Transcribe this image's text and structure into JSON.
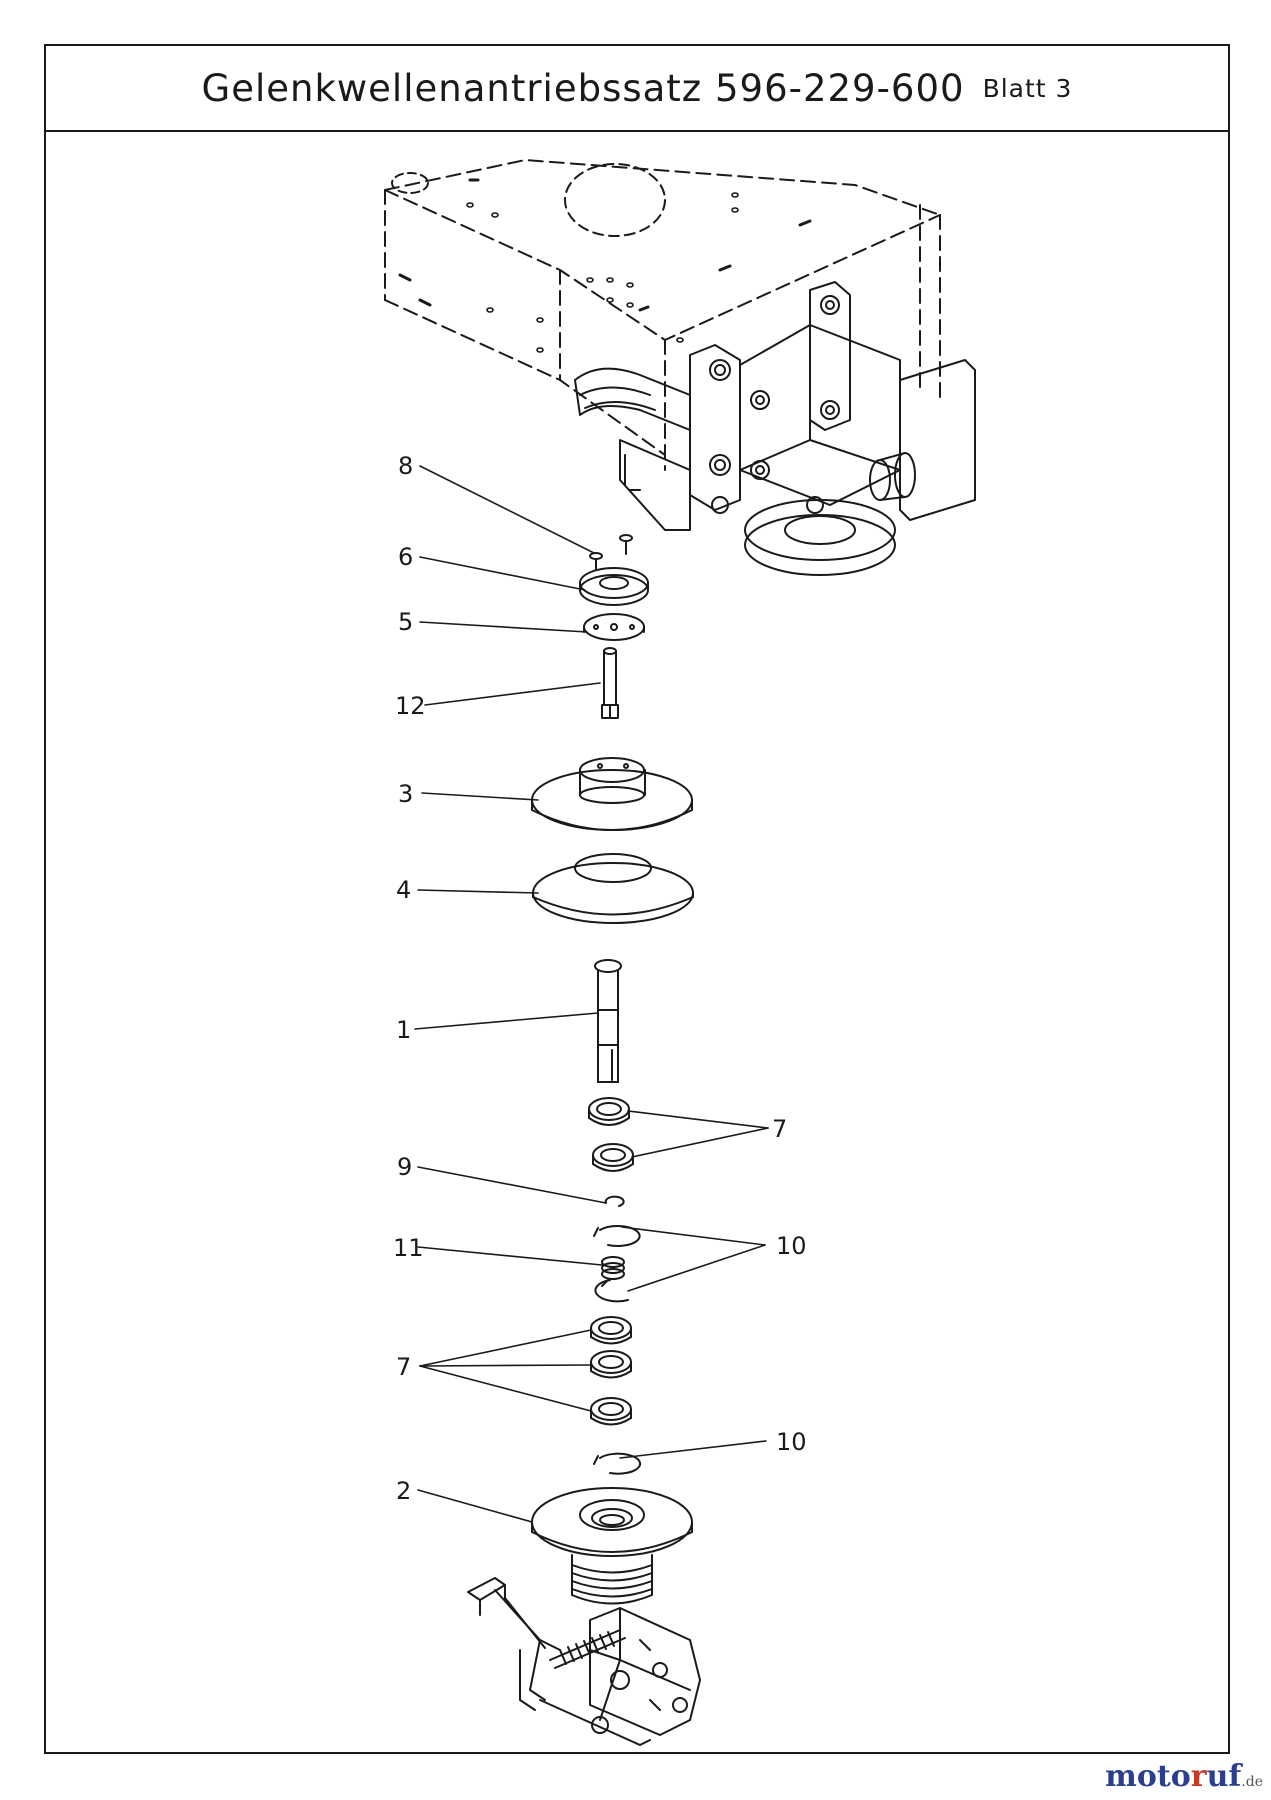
{
  "title": {
    "main": "Gelenkwellenantriebssatz 596-229-600",
    "sheet": "Blatt 3"
  },
  "callouts": [
    {
      "id": "c8",
      "number": "8"
    },
    {
      "id": "c6",
      "number": "6"
    },
    {
      "id": "c5",
      "number": "5"
    },
    {
      "id": "c12",
      "number": "12"
    },
    {
      "id": "c3",
      "number": "3"
    },
    {
      "id": "c4",
      "number": "4"
    },
    {
      "id": "c1",
      "number": "1"
    },
    {
      "id": "c7a",
      "number": "7"
    },
    {
      "id": "c9",
      "number": "9"
    },
    {
      "id": "c11",
      "number": "11"
    },
    {
      "id": "c10a",
      "number": "10"
    },
    {
      "id": "c7b",
      "number": "7"
    },
    {
      "id": "c10b",
      "number": "10"
    },
    {
      "id": "c2",
      "number": "2"
    }
  ],
  "watermark": {
    "part_a": "moto",
    "part_b": "r",
    "part_c": "uf",
    "suffix": ".de"
  }
}
